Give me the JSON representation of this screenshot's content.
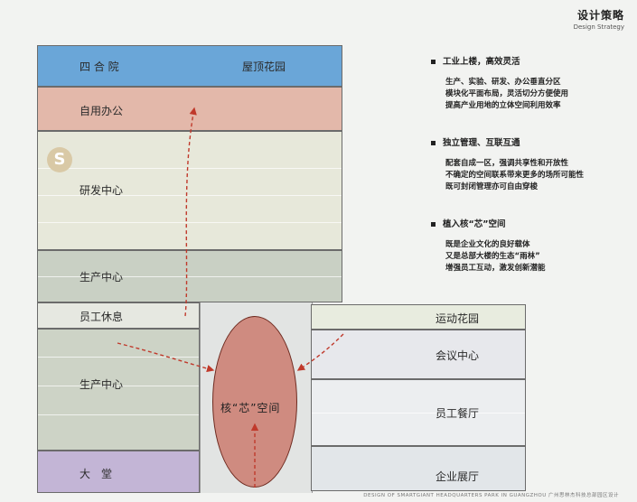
{
  "header": {
    "title": "设计策略",
    "subtitle": "Design Strategy"
  },
  "diagram": {
    "blocks": {
      "siheyuan": "四 合 院",
      "roof_garden": "屋顶花园",
      "self_office": "自用办公",
      "rnd": "研发中心",
      "production_1": "生产中心",
      "staff_rest": "员工休息",
      "production_2": "生产中心",
      "lobby": "大　堂",
      "sports_garden": "运动花园",
      "meeting": "会议中心",
      "dining": "员工餐厅",
      "exhibition": "企业展厅",
      "core": "核“芯”空间"
    },
    "logo_text": "S"
  },
  "strategy": [
    {
      "heading": "工业上楼，高效灵活",
      "lines": [
        "生产、实验、研发、办公垂直分区",
        "模块化平面布局，灵活切分方便使用",
        "提高产业用地的立体空间利用效率"
      ]
    },
    {
      "heading": "独立管理、互联互通",
      "lines": [
        "配套自成一区，强调共享性和开放性",
        "不确定的空间联系带来更多的场所可能性",
        "既可封闭管理亦可自由穿梭"
      ]
    },
    {
      "heading": "植入核“芯”空间",
      "lines": [
        "既是企业文化的良好载体",
        "又是总部大楼的生态“雨林”",
        "增强员工互动，激发创新潜能"
      ]
    }
  ],
  "footer": "DESIGN OF SMARTGIANT HEADQUARTERS PARK IN GUANGZHOU   广州思林杰科技总部园区设计",
  "colors": {
    "roof": "#6aa6d8",
    "office": "#e3b8aa",
    "lobby": "#c3b5d6",
    "core": "#c86e5f",
    "arrow": "#c0392b"
  }
}
